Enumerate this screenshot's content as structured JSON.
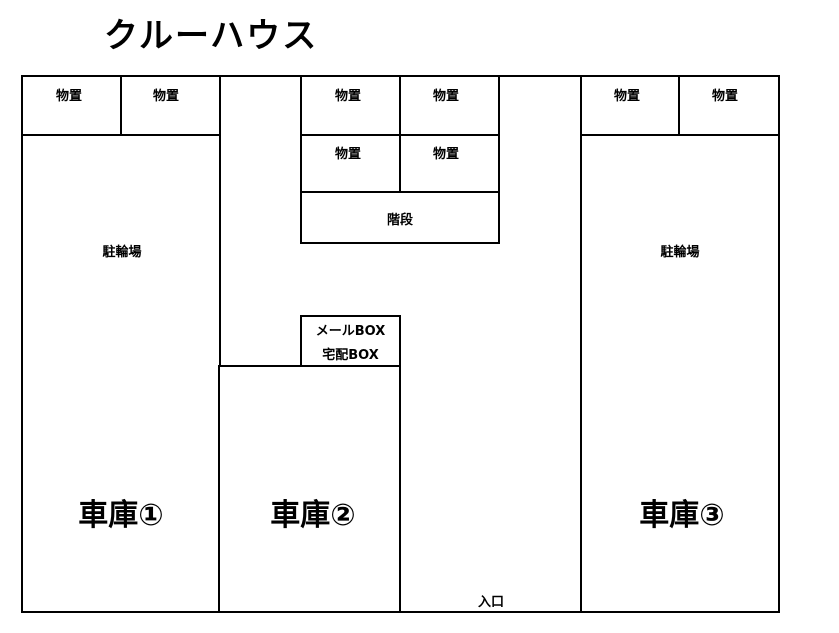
{
  "title": "クルーハウス",
  "rooms": {
    "storage_label": "物置",
    "stairs": "階段",
    "bicycle_parking_left": "駐輪場",
    "bicycle_parking_right": "駐輪場",
    "mailbox": "メールBOX",
    "delivery_box": "宅配BOX",
    "garage_1": "車庫①",
    "garage_2": "車庫②",
    "garage_3": "車庫③",
    "entrance": "入口"
  },
  "colors": {
    "line": "#000000",
    "background": "#ffffff"
  }
}
